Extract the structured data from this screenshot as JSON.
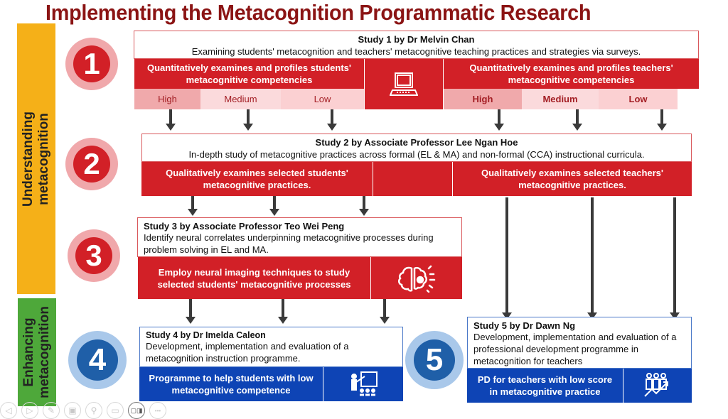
{
  "title": "Implementing the Metacognition Programmatic Research",
  "phases": {
    "understanding": "Understanding metacognition",
    "enhancing": "Enhancing metacognition"
  },
  "colors": {
    "title": "#8b1414",
    "red": "#d22027",
    "blue": "#0e44b5",
    "yellow": "#f5b018",
    "green": "#4ea83a"
  },
  "study1": {
    "number": "1",
    "heading": "Study 1 by Dr Melvin Chan",
    "text": "Examining students' metacognition and teachers' metacognitive teaching practices and strategies via surveys.",
    "students_label": "Quantitatively examines and profiles students' metacognitive competencies",
    "teachers_label": "Quantitatively examines and profiles teachers' metacognitive competencies",
    "icon": "laptop-icon",
    "student_levels": [
      "High",
      "Medium",
      "Low"
    ],
    "teacher_levels": [
      "High",
      "Medium",
      "Low"
    ]
  },
  "study2": {
    "number": "2",
    "heading": "Study 2 by Associate Professor Lee Ngan Hoe",
    "text": "In-depth study of metacognitive practices across formal (EL & MA) and non-formal (CCA) instructional curricula.",
    "students_label": "Qualitatively examines selected students' metacognitive practices.",
    "teachers_label": "Qualitatively examines selected teachers' metacognitive practices."
  },
  "study3": {
    "number": "3",
    "heading": "Study 3 by Associate Professor Teo Wei Peng",
    "text": "Identify neural correlates underpinning metacognitive processes during problem solving in EL and MA.",
    "action": "Employ neural imaging techniques to study selected students' metacognitive processes",
    "icon": "brain-icon"
  },
  "study4": {
    "number": "4",
    "heading": "Study 4 by Dr Imelda Caleon",
    "text": "Development, implementation and evaluation of a metacognition instruction programme.",
    "action": "Programme to help students with low metacognitive competence",
    "icon": "teacher-icon"
  },
  "study5": {
    "number": "5",
    "heading": "Study 5 by Dr Dawn Ng",
    "text": "Development, implementation and evaluation of a professional development programme in metacognition for teachers",
    "action": "PD for teachers with low score in metacognitive practice",
    "icon": "team-growth-icon"
  },
  "toolbar": {
    "prev": "◁",
    "next": "▷",
    "pen": "✎",
    "slides": "▣",
    "zoom": "⚲",
    "subtitles": "▭",
    "camera": "▢◨",
    "more": "•••"
  }
}
